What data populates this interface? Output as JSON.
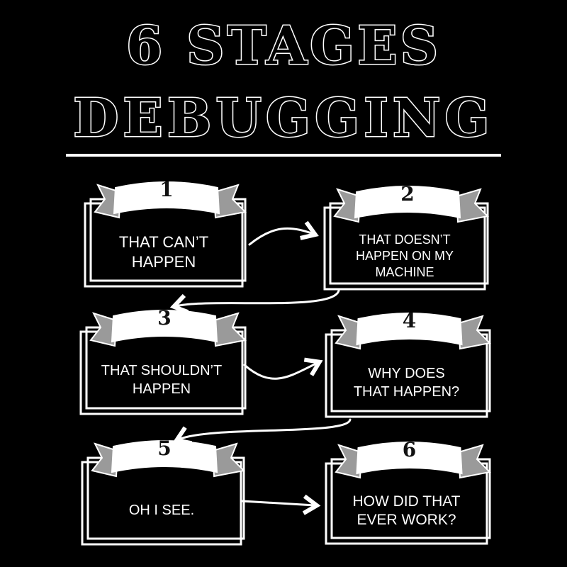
{
  "header": {
    "title_line_1": "6 STAGES",
    "title_line_2": "DEBUGGING"
  },
  "stages": [
    {
      "number": "1",
      "text": "THAT CAN’T\nHAPPEN"
    },
    {
      "number": "2",
      "text": "THAT DOESN’T\nHAPPEN ON MY\nMACHINE"
    },
    {
      "number": "3",
      "text": "THAT SHOULDN’T\nHAPPEN"
    },
    {
      "number": "4",
      "text": "WHY DOES\nTHAT HAPPEN?"
    },
    {
      "number": "5",
      "text": "OH I SEE."
    },
    {
      "number": "6",
      "text": "HOW DID THAT\nEVER WORK?"
    }
  ],
  "colors": {
    "background": "#000000",
    "foreground": "#ffffff",
    "ribbon_shade": "#9a9a9a"
  }
}
